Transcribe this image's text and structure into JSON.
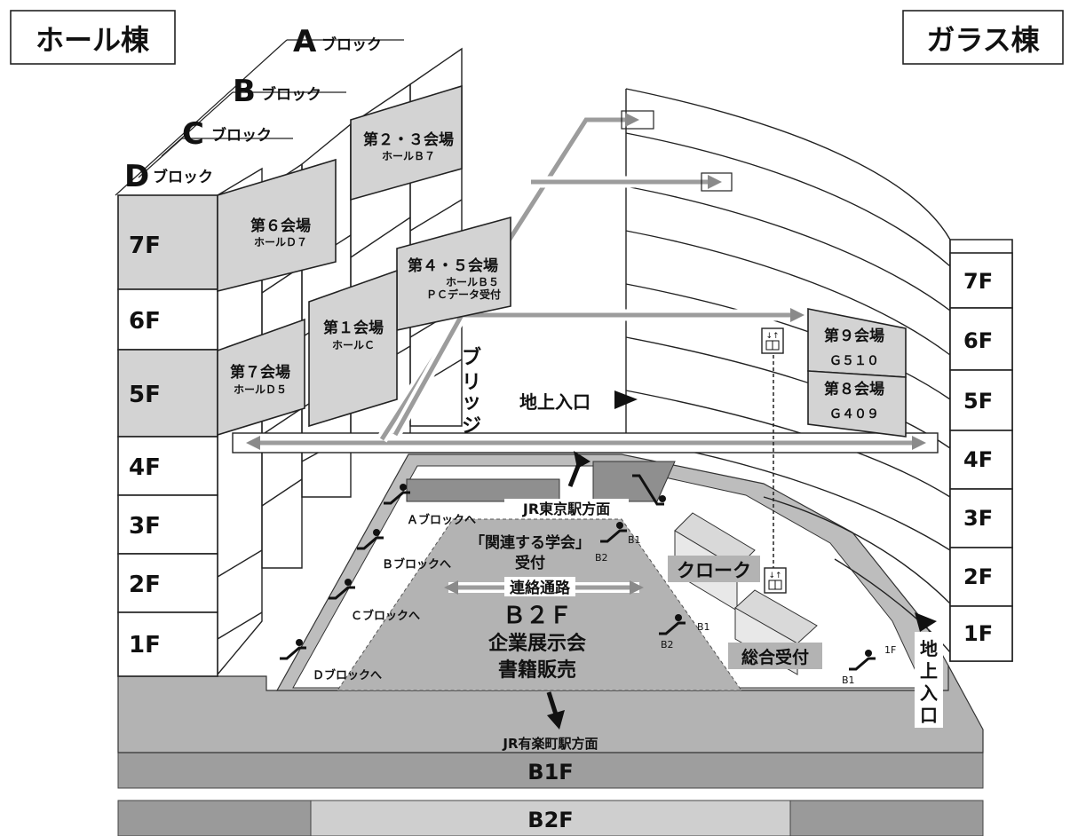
{
  "buildings": {
    "hall": "ホール棟",
    "glass": "ガラス棟"
  },
  "blocks": {
    "a": "ブロック",
    "a_letter": "A",
    "b": "ブロック",
    "b_letter": "B",
    "c": "ブロック",
    "c_letter": "C",
    "d": "ブロック",
    "d_letter": "D"
  },
  "hall_floors": [
    "7F",
    "6F",
    "5F",
    "4F",
    "3F",
    "2F",
    "1F"
  ],
  "glass_floors": [
    "7F",
    "6F",
    "5F",
    "4F",
    "3F",
    "2F",
    "1F"
  ],
  "venues": {
    "v23": {
      "name": "第２・３会場",
      "room": "ホールＢ７"
    },
    "v6": {
      "name": "第６会場",
      "room": "ホールＤ７"
    },
    "v45": {
      "name": "第４・５会場",
      "room": "ホールＢ５",
      "note": "ＰＣデータ受付"
    },
    "v1": {
      "name": "第１会場",
      "room": "ホールＣ"
    },
    "v7": {
      "name": "第７会場",
      "room": "ホールＤ５"
    },
    "v9": {
      "name": "第９会場",
      "room": "Ｇ５１０"
    },
    "v8": {
      "name": "第８会場",
      "room": "Ｇ４０９"
    }
  },
  "labels": {
    "bridge": [
      "ブ",
      "リ",
      "ッ",
      "ジ"
    ],
    "ground_entrance": "地上入口",
    "ground_entrance_vertical": [
      "地",
      "上",
      "入",
      "口"
    ],
    "jr_tokyo": "JR東京駅方面",
    "jr_yurakucho": "JR有楽町駅方面",
    "society_reception": [
      "「関連する学会」",
      "受付"
    ],
    "passage": "連絡通路",
    "b2f_area": [
      "Ｂ２Ｆ",
      "企業展示会",
      "書籍販売"
    ],
    "cloak": "クローク",
    "general_reception": "総合受付",
    "to_a": "Ａブロックへ",
    "to_b": "Ｂブロックへ",
    "to_c": "Ｃブロックへ",
    "to_d": "Ｄブロックへ",
    "b1": "B1",
    "b2": "B2",
    "f1": "1F"
  },
  "basement": {
    "b1f": "B1F",
    "b2f": "B2F"
  },
  "colors": {
    "venue_fill": "#d3d3d3",
    "floor_gray": "#b3b3b3",
    "band_gray": "#9a9a9a",
    "route_gray": "#9c9c9c"
  },
  "icons": [
    "elevator-icon",
    "escalator-icon",
    "arrow-icon"
  ]
}
